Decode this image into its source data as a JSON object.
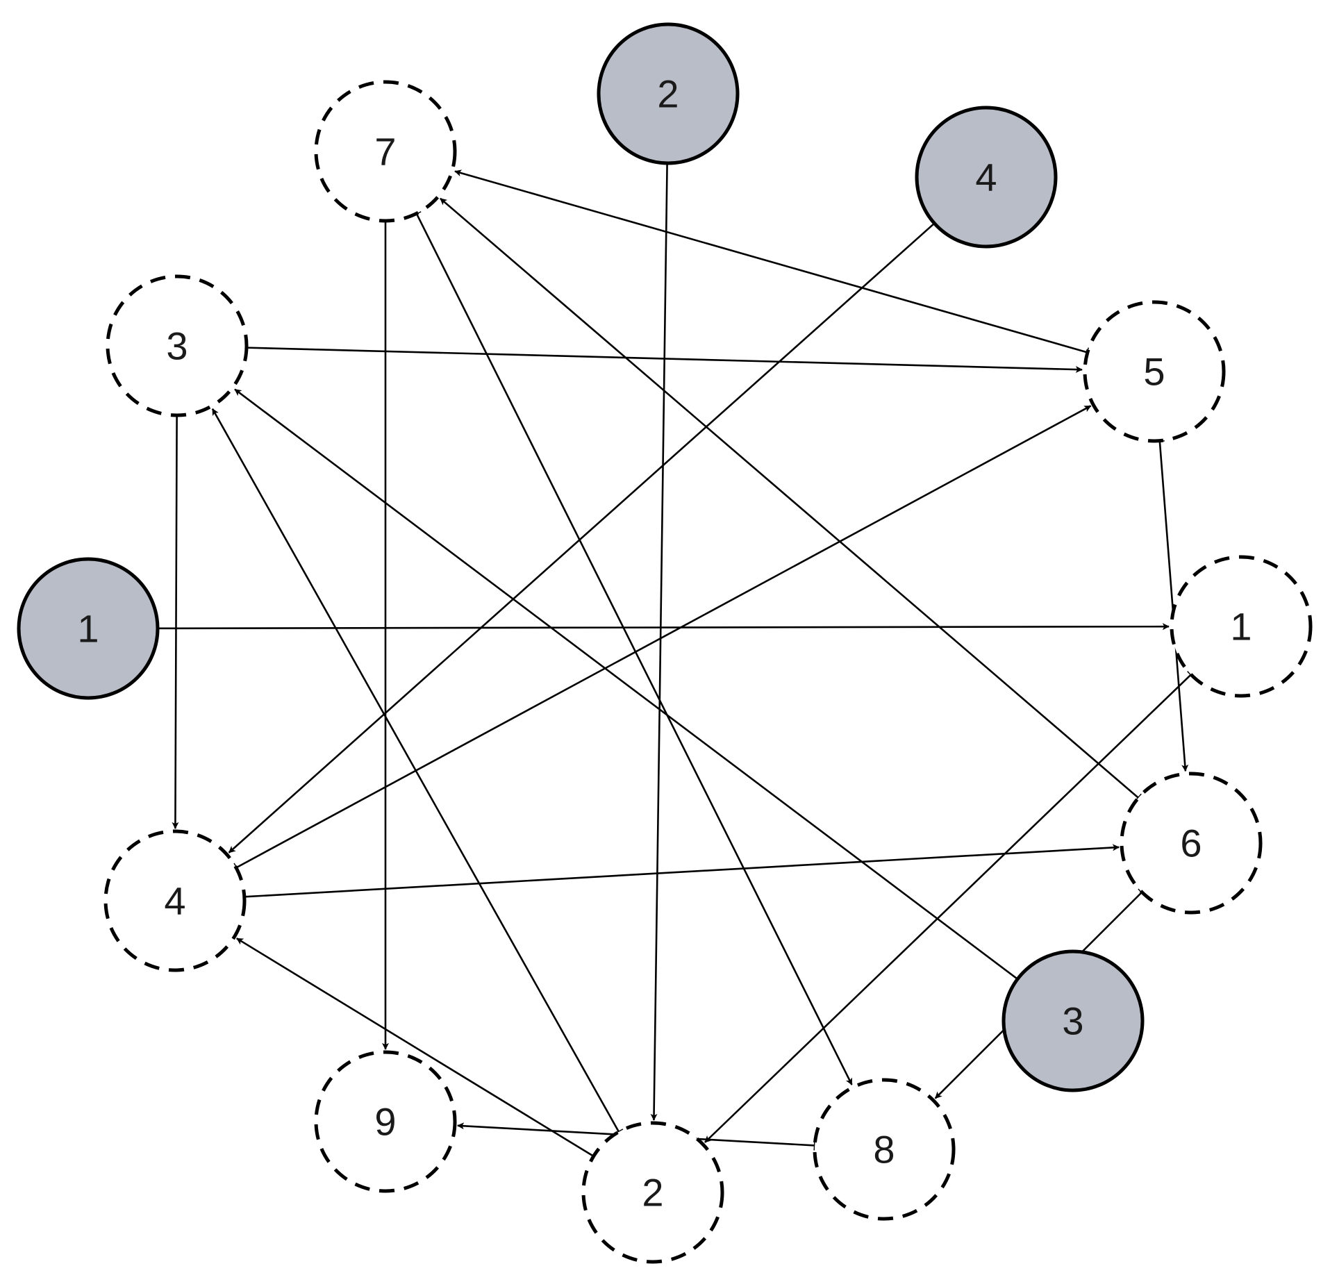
{
  "colors": {
    "input_fill": "#b9bdc8",
    "stroke": "#000000",
    "dashed_fill": "#ffffff"
  },
  "nodes": [
    {
      "id": "in1",
      "label": "1",
      "kind": "input"
    },
    {
      "id": "in2",
      "label": "2",
      "kind": "input"
    },
    {
      "id": "in3",
      "label": "3",
      "kind": "input"
    },
    {
      "id": "in4",
      "label": "4",
      "kind": "input"
    },
    {
      "id": "n1",
      "label": "1",
      "kind": "dashed"
    },
    {
      "id": "n2",
      "label": "2",
      "kind": "dashed"
    },
    {
      "id": "n3",
      "label": "3",
      "kind": "dashed"
    },
    {
      "id": "n4",
      "label": "4",
      "kind": "dashed"
    },
    {
      "id": "n5",
      "label": "5",
      "kind": "dashed"
    },
    {
      "id": "n6",
      "label": "6",
      "kind": "dashed"
    },
    {
      "id": "n7",
      "label": "7",
      "kind": "dashed"
    },
    {
      "id": "n8",
      "label": "8",
      "kind": "dashed"
    },
    {
      "id": "n9",
      "label": "9",
      "kind": "dashed"
    }
  ],
  "edges": [
    {
      "from": "in1",
      "to": "n1"
    },
    {
      "from": "in2",
      "to": "n2"
    },
    {
      "from": "in3",
      "to": "n3"
    },
    {
      "from": "in4",
      "to": "n4"
    },
    {
      "from": "n3",
      "to": "n5"
    },
    {
      "from": "n3",
      "to": "n4"
    },
    {
      "from": "n5",
      "to": "n7"
    },
    {
      "from": "n5",
      "to": "n6"
    },
    {
      "from": "n1",
      "to": "n2"
    },
    {
      "from": "n6",
      "to": "n7"
    },
    {
      "from": "n6",
      "to": "n8"
    },
    {
      "from": "n4",
      "to": "n5"
    },
    {
      "from": "n4",
      "to": "n6"
    },
    {
      "from": "n7",
      "to": "n9"
    },
    {
      "from": "n7",
      "to": "n8"
    },
    {
      "from": "n2",
      "to": "n3"
    },
    {
      "from": "n2",
      "to": "n4"
    },
    {
      "from": "n8",
      "to": "n9"
    }
  ]
}
